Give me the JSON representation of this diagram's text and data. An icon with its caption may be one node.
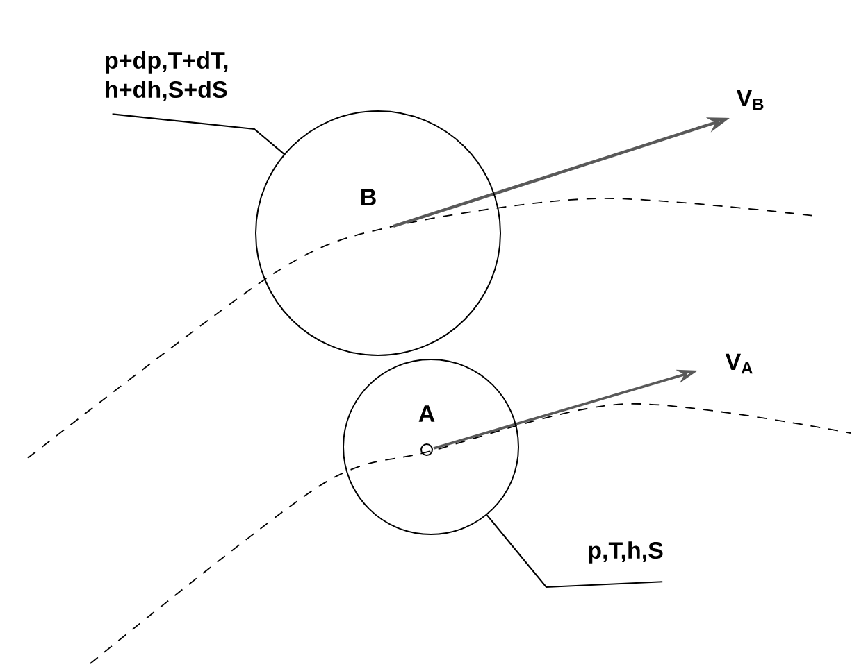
{
  "diagram": {
    "nodes": [
      {
        "text": [
          "p+dp,T+dT, h+dh,S+dS"
        ]
      },
      {
        "text": [
          "B"
        ]
      },
      {
        "text": [
          "A"
        ]
      },
      {
        "text": [
          "p,T,h,S"
        ]
      }
    ],
    "edges": [
      {
        "from": 0,
        "to": 1,
        "arrow": "none"
      },
      {
        "from": 3,
        "to": 2,
        "arrow": "none"
      }
    ],
    "labels": [
      "V$_{B}$",
      "V$_{A}$"
    ]
  }
}
